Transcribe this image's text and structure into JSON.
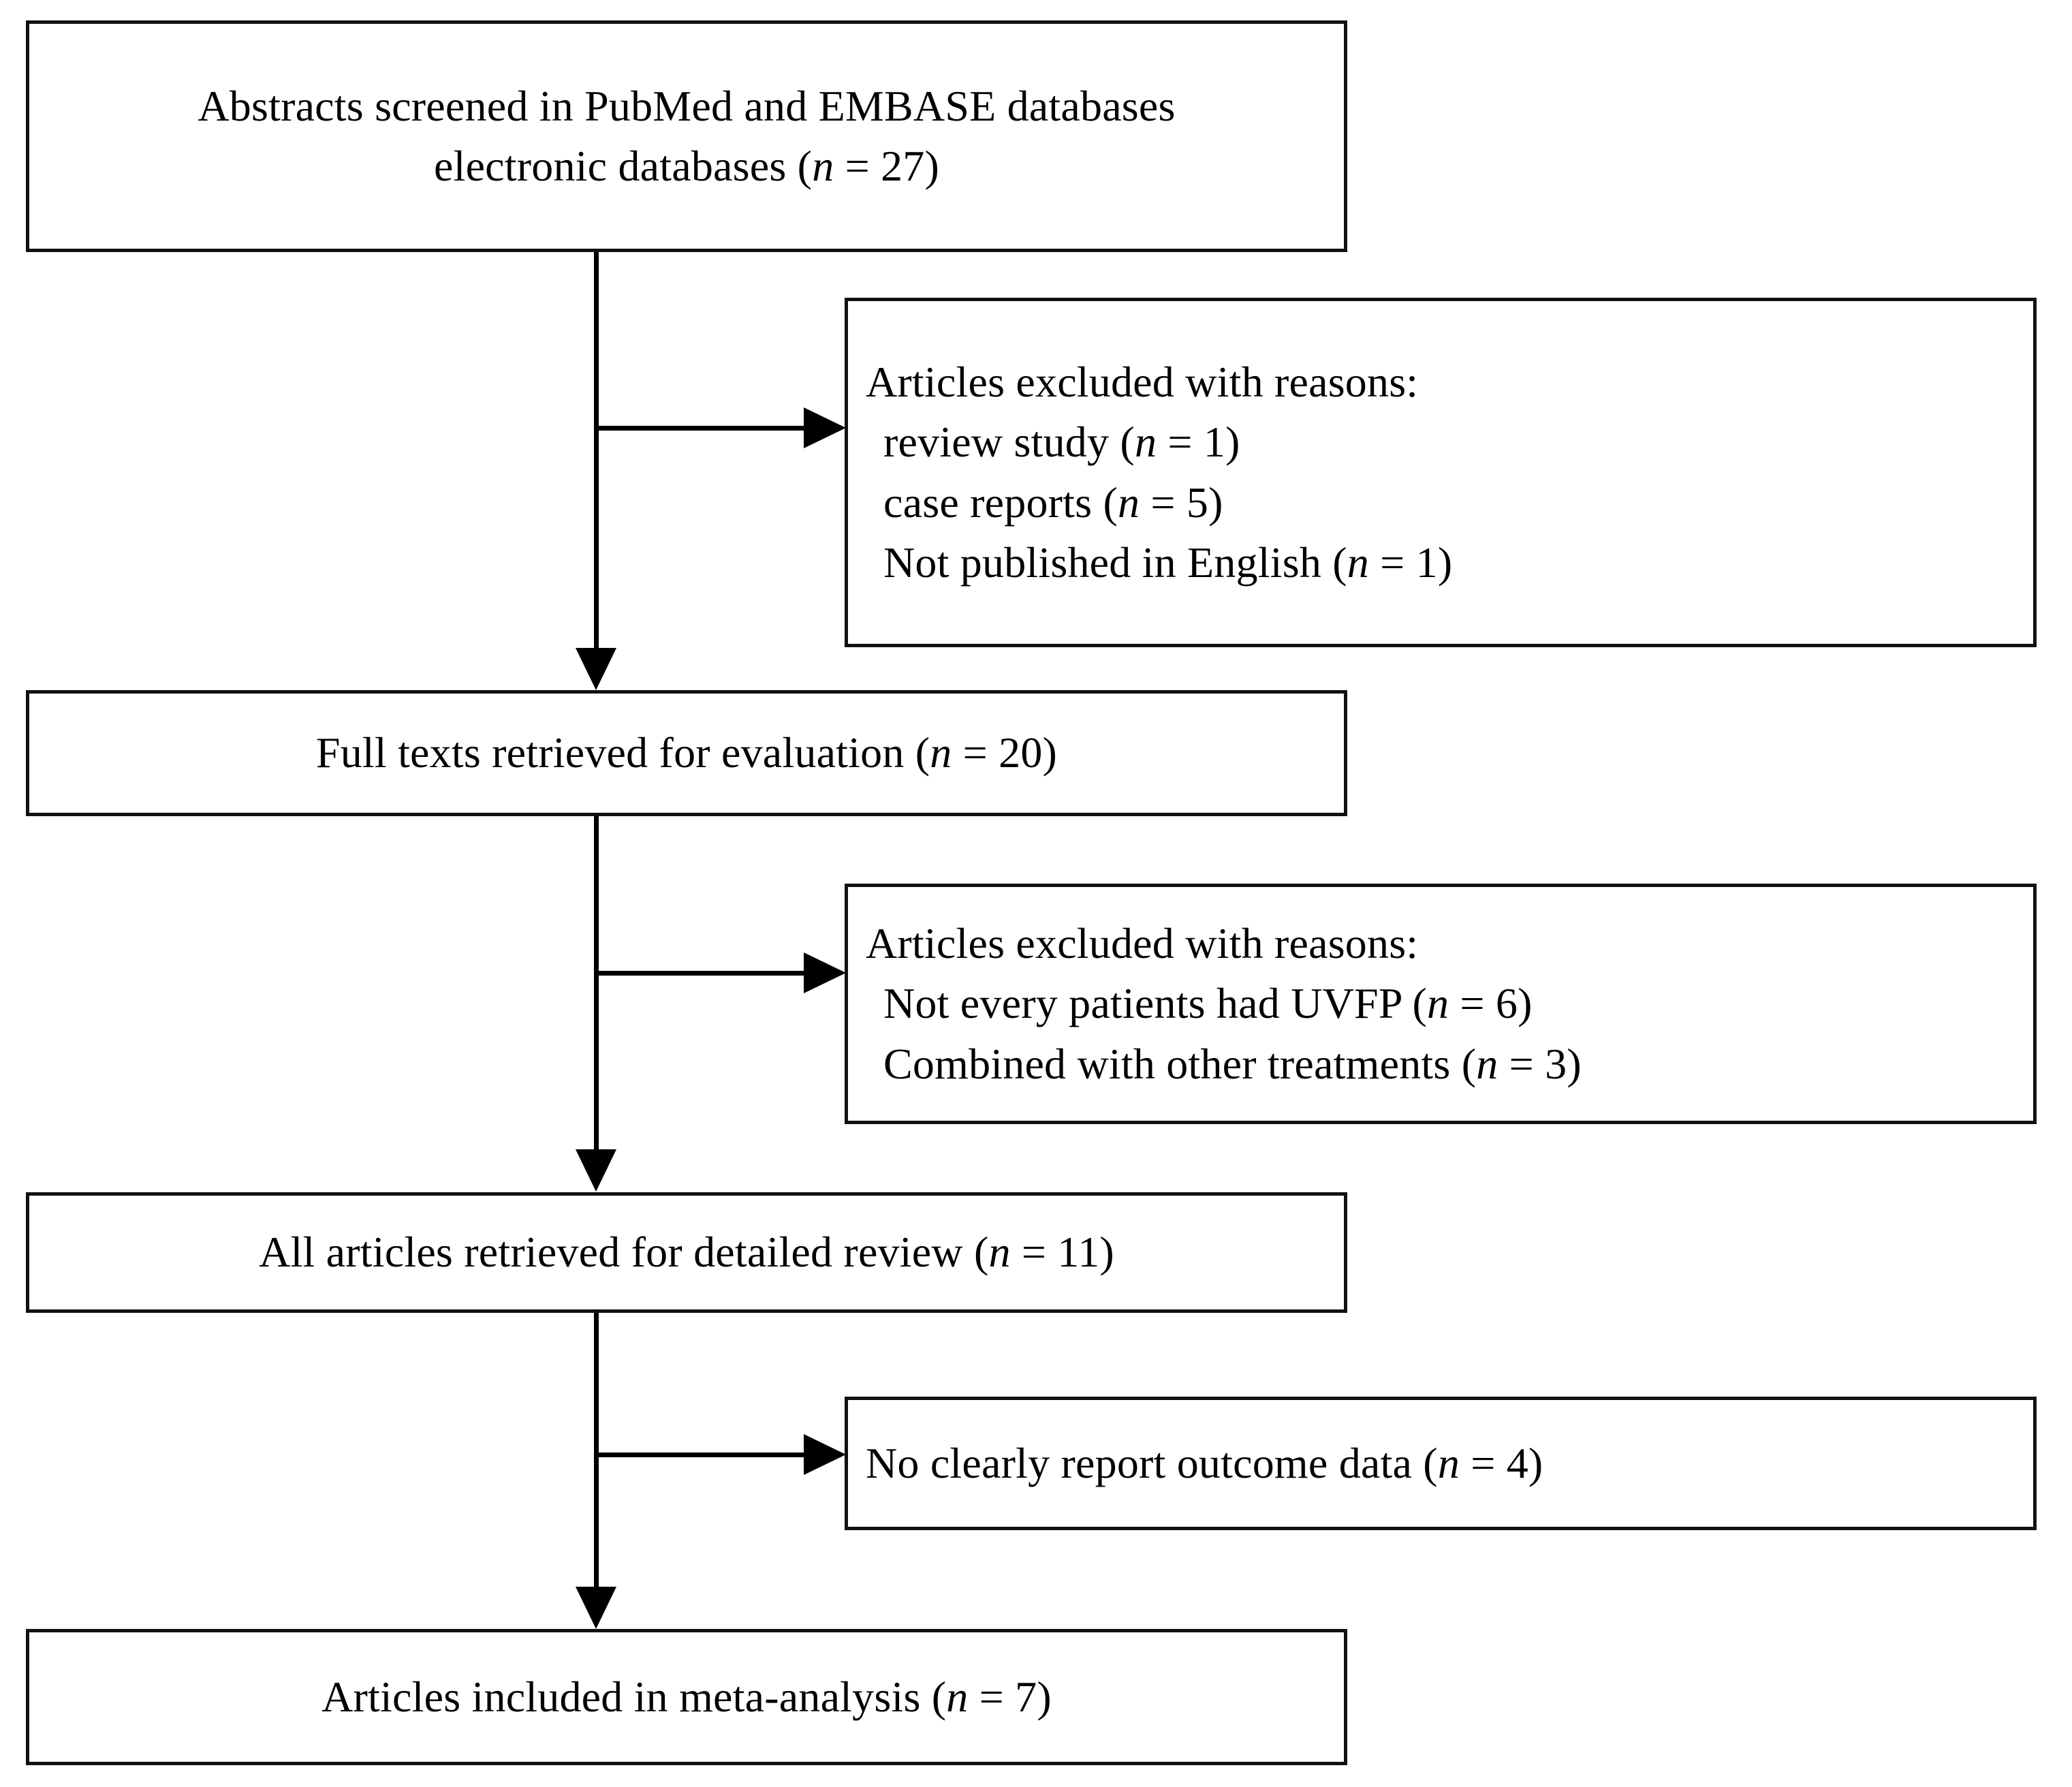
{
  "diagram": {
    "type": "prisma-flow-diagram",
    "title": "",
    "stroke_color": "#000000",
    "background_color": "#ffffff",
    "nodes": [
      {
        "id": "screened",
        "role": "main-step",
        "lines": [
          "Abstracts screened in  PubMed  and EMBASE databases",
          "electronic databases (n = 27)"
        ],
        "count_label": "n = 27",
        "count": 27
      },
      {
        "id": "excluded-1",
        "role": "exclusion-step",
        "lines": [
          "Articles excluded  with reasons:",
          "review study (n = 1)",
          "case reports  (n = 5)",
          "Not published in English (n = 1)"
        ],
        "reasons": [
          {
            "text": "review study",
            "count_label": "n = 1",
            "count": 1
          },
          {
            "text": "case reports",
            "count_label": "n = 5",
            "count": 5
          },
          {
            "text": "Not published in English",
            "count_label": "n = 1",
            "count": 1
          }
        ]
      },
      {
        "id": "fulltext",
        "role": "main-step",
        "lines": [
          "Full texts retrieved for evaluation (n = 20)"
        ],
        "count_label": "n = 20",
        "count": 20
      },
      {
        "id": "excluded-2",
        "role": "exclusion-step",
        "lines": [
          "Articles excluded  with reasons:",
          "Not every patients had UVFP (n = 6)",
          "Combined with other treatments (n = 3)"
        ],
        "reasons": [
          {
            "text": "Not every patients had UVFP",
            "count_label": "n = 6",
            "count": 6
          },
          {
            "text": "Combined with other treatments",
            "count_label": "n = 3",
            "count": 3
          }
        ]
      },
      {
        "id": "detailed-review",
        "role": "main-step",
        "lines": [
          "All  articles retrieved for detailed  review (n = 11)"
        ],
        "count_label": "n = 11",
        "count": 11
      },
      {
        "id": "excluded-3",
        "role": "exclusion-step",
        "lines": [
          "No clearly report outcome data (n = 4)"
        ],
        "reasons": [
          {
            "text": "No clearly report outcome data",
            "count_label": "n = 4",
            "count": 4
          }
        ]
      },
      {
        "id": "included",
        "role": "main-step",
        "lines": [
          "Articles included in meta-analysis (n = 7)"
        ],
        "count_label": "n = 7",
        "count": 7
      }
    ],
    "edges": [
      {
        "from": "screened",
        "to": "excluded-1",
        "direction": "right"
      },
      {
        "from": "screened",
        "to": "fulltext",
        "direction": "down"
      },
      {
        "from": "fulltext",
        "to": "excluded-2",
        "direction": "right"
      },
      {
        "from": "fulltext",
        "to": "detailed-review",
        "direction": "down"
      },
      {
        "from": "detailed-review",
        "to": "excluded-3",
        "direction": "right"
      },
      {
        "from": "detailed-review",
        "to": "included",
        "direction": "down"
      }
    ]
  },
  "box1": {
    "line1_a": "Abstracts screened in  PubMed  and EMBASE databases",
    "line2_a": "electronic databases (",
    "line2_n": "n",
    "line2_b": " = 27)"
  },
  "box2": {
    "line1": "Articles excluded  with reasons:",
    "line2_a": "review study (",
    "line2_n": "n",
    "line2_b": " = 1)",
    "line3_a": "case reports  (",
    "line3_n": "n",
    "line3_b": " = 5)",
    "line4_a": "Not published in English (",
    "line4_n": "n",
    "line4_b": " = 1)"
  },
  "box3": {
    "line1_a": "Full texts retrieved for evaluation (",
    "line1_n": "n",
    "line1_b": " = 20)"
  },
  "box4": {
    "line1": "Articles excluded  with reasons:",
    "line2_a": "Not every patients had UVFP (",
    "line2_n": "n",
    "line2_b": " = 6)",
    "line3_a": "Combined with other treatments (",
    "line3_n": "n",
    "line3_b": " = 3)"
  },
  "box5": {
    "line1_a": "All  articles retrieved for detailed  review (",
    "line1_n": "n",
    "line1_b": " = 11)"
  },
  "box6": {
    "line1_a": "No clearly report outcome data (",
    "line1_n": "n",
    "line1_b": " = 4)"
  },
  "box7": {
    "line1_a": "Articles included in meta-analysis (",
    "line1_n": "n",
    "line1_b": " = 7)"
  }
}
